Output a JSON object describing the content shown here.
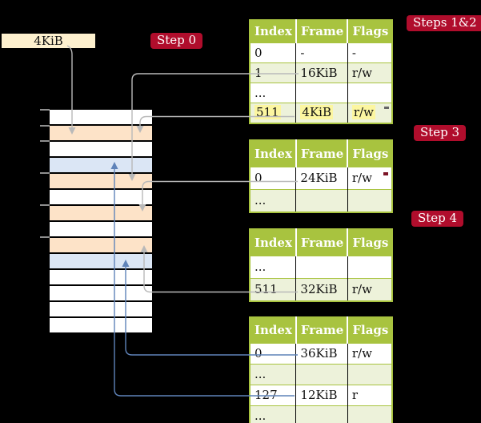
{
  "colors": {
    "table_green": "#a8c33f",
    "row_shade_green": "#edf2da",
    "highlight_yellow": "#fcf6a0",
    "memory_orange": "#fde3c8",
    "memory_blue": "#dbe6f5",
    "frame_box_cream": "#fdf0ce",
    "badge_red": "#b00d2c",
    "connector_gray": "#b9b9b9",
    "connector_blue": "#5f83b9",
    "tick_gray": "#8f8f8f"
  },
  "frame_box": {
    "label": "4KiB"
  },
  "badges": {
    "step0": "Step 0",
    "steps12": "Steps 1&2",
    "step3": "Step 3",
    "step4": "Step 4"
  },
  "memory_column": {
    "rows": [
      "white",
      "orange",
      "white",
      "blue",
      "orange",
      "white",
      "orange",
      "white",
      "orange",
      "blue",
      "white",
      "white",
      "white",
      "white"
    ]
  },
  "page_tables": [
    {
      "name": "steps-1-2",
      "headers": [
        "Index",
        "Frame",
        "Flags"
      ],
      "rows": [
        {
          "cells": [
            "0",
            "-",
            "-"
          ],
          "shaded": false,
          "highlighted": false
        },
        {
          "cells": [
            "1",
            "16KiB",
            "r/w"
          ],
          "shaded": true,
          "highlighted": false
        },
        {
          "cells": [
            "...",
            "",
            ""
          ],
          "shaded": false,
          "highlighted": false
        },
        {
          "cells": [
            "511",
            "4KiB",
            "r/w"
          ],
          "shaded": true,
          "highlighted": true
        }
      ]
    },
    {
      "name": "step-3",
      "headers": [
        "Index",
        "Frame",
        "Flags"
      ],
      "rows": [
        {
          "cells": [
            "0",
            "24KiB",
            "r/w"
          ],
          "shaded": false,
          "highlighted": false
        },
        {
          "cells": [
            "...",
            "",
            ""
          ],
          "shaded": true,
          "highlighted": false
        }
      ]
    },
    {
      "name": "step-4",
      "headers": [
        "Index",
        "Frame",
        "Flags"
      ],
      "rows": [
        {
          "cells": [
            "...",
            "",
            ""
          ],
          "shaded": false,
          "highlighted": false
        },
        {
          "cells": [
            "511",
            "32KiB",
            "r/w"
          ],
          "shaded": true,
          "highlighted": false
        }
      ]
    },
    {
      "name": "final-level",
      "headers": [
        "Index",
        "Frame",
        "Flags"
      ],
      "rows": [
        {
          "cells": [
            "0",
            "36KiB",
            "r/w"
          ],
          "shaded": false,
          "highlighted": false
        },
        {
          "cells": [
            "...",
            "",
            ""
          ],
          "shaded": true,
          "highlighted": false
        },
        {
          "cells": [
            "127",
            "12KiB",
            "r"
          ],
          "shaded": false,
          "highlighted": false
        },
        {
          "cells": [
            "...",
            "",
            ""
          ],
          "shaded": true,
          "highlighted": false
        }
      ]
    }
  ]
}
